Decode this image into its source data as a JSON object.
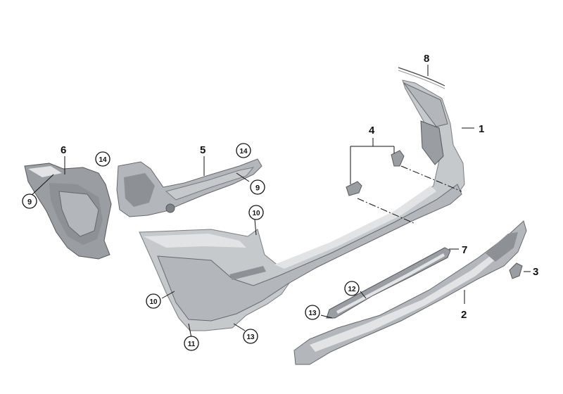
{
  "callouts": [
    {
      "id": "c1",
      "text": "1",
      "style": "plain"
    },
    {
      "id": "c2",
      "text": "2",
      "style": "plain"
    },
    {
      "id": "c3",
      "text": "3",
      "style": "plain"
    },
    {
      "id": "c4",
      "text": "4",
      "style": "plain"
    },
    {
      "id": "c5",
      "text": "5",
      "style": "plain"
    },
    {
      "id": "c6",
      "text": "6",
      "style": "plain"
    },
    {
      "id": "c7",
      "text": "7",
      "style": "plain"
    },
    {
      "id": "c8",
      "text": "8",
      "style": "plain"
    },
    {
      "id": "c9a",
      "text": "9",
      "style": "circled"
    },
    {
      "id": "c9b",
      "text": "9",
      "style": "circled"
    },
    {
      "id": "c10a",
      "text": "10",
      "style": "circled"
    },
    {
      "id": "c10b",
      "text": "10",
      "style": "circled"
    },
    {
      "id": "c11",
      "text": "11",
      "style": "circled"
    },
    {
      "id": "c12",
      "text": "12",
      "style": "circled"
    },
    {
      "id": "c13a",
      "text": "13",
      "style": "circled"
    },
    {
      "id": "c13b",
      "text": "13",
      "style": "circled"
    },
    {
      "id": "c14a",
      "text": "14",
      "style": "circled"
    },
    {
      "id": "c14b",
      "text": "14",
      "style": "circled"
    }
  ],
  "colors": {
    "part": "#b3b6ba",
    "part_dark": "#9a9da1",
    "ink": "#111111",
    "background": "#ffffff"
  }
}
